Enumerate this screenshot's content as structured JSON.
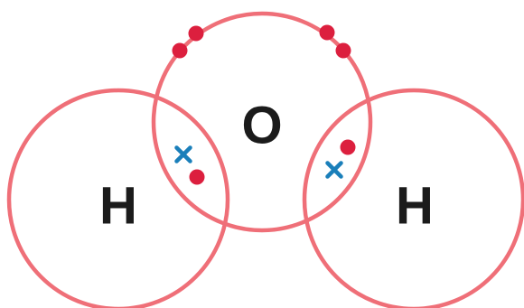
{
  "diagram": {
    "colors": {
      "shell": "#ef6f78",
      "dot_electron": "#dc1f3e",
      "cross_electron": "#1a7fba",
      "symbol": "#1b1b1b",
      "background": "#ffffff"
    },
    "atoms": {
      "oxygen": {
        "symbol": "O"
      },
      "hydrogen_left": {
        "symbol": "H"
      },
      "hydrogen_right": {
        "symbol": "H"
      }
    },
    "electron_markers": {
      "oxygen": "dot",
      "hydrogen": "cross"
    },
    "counts": {
      "lone_pairs_on_oxygen": 2,
      "shared_pairs": 2
    }
  }
}
